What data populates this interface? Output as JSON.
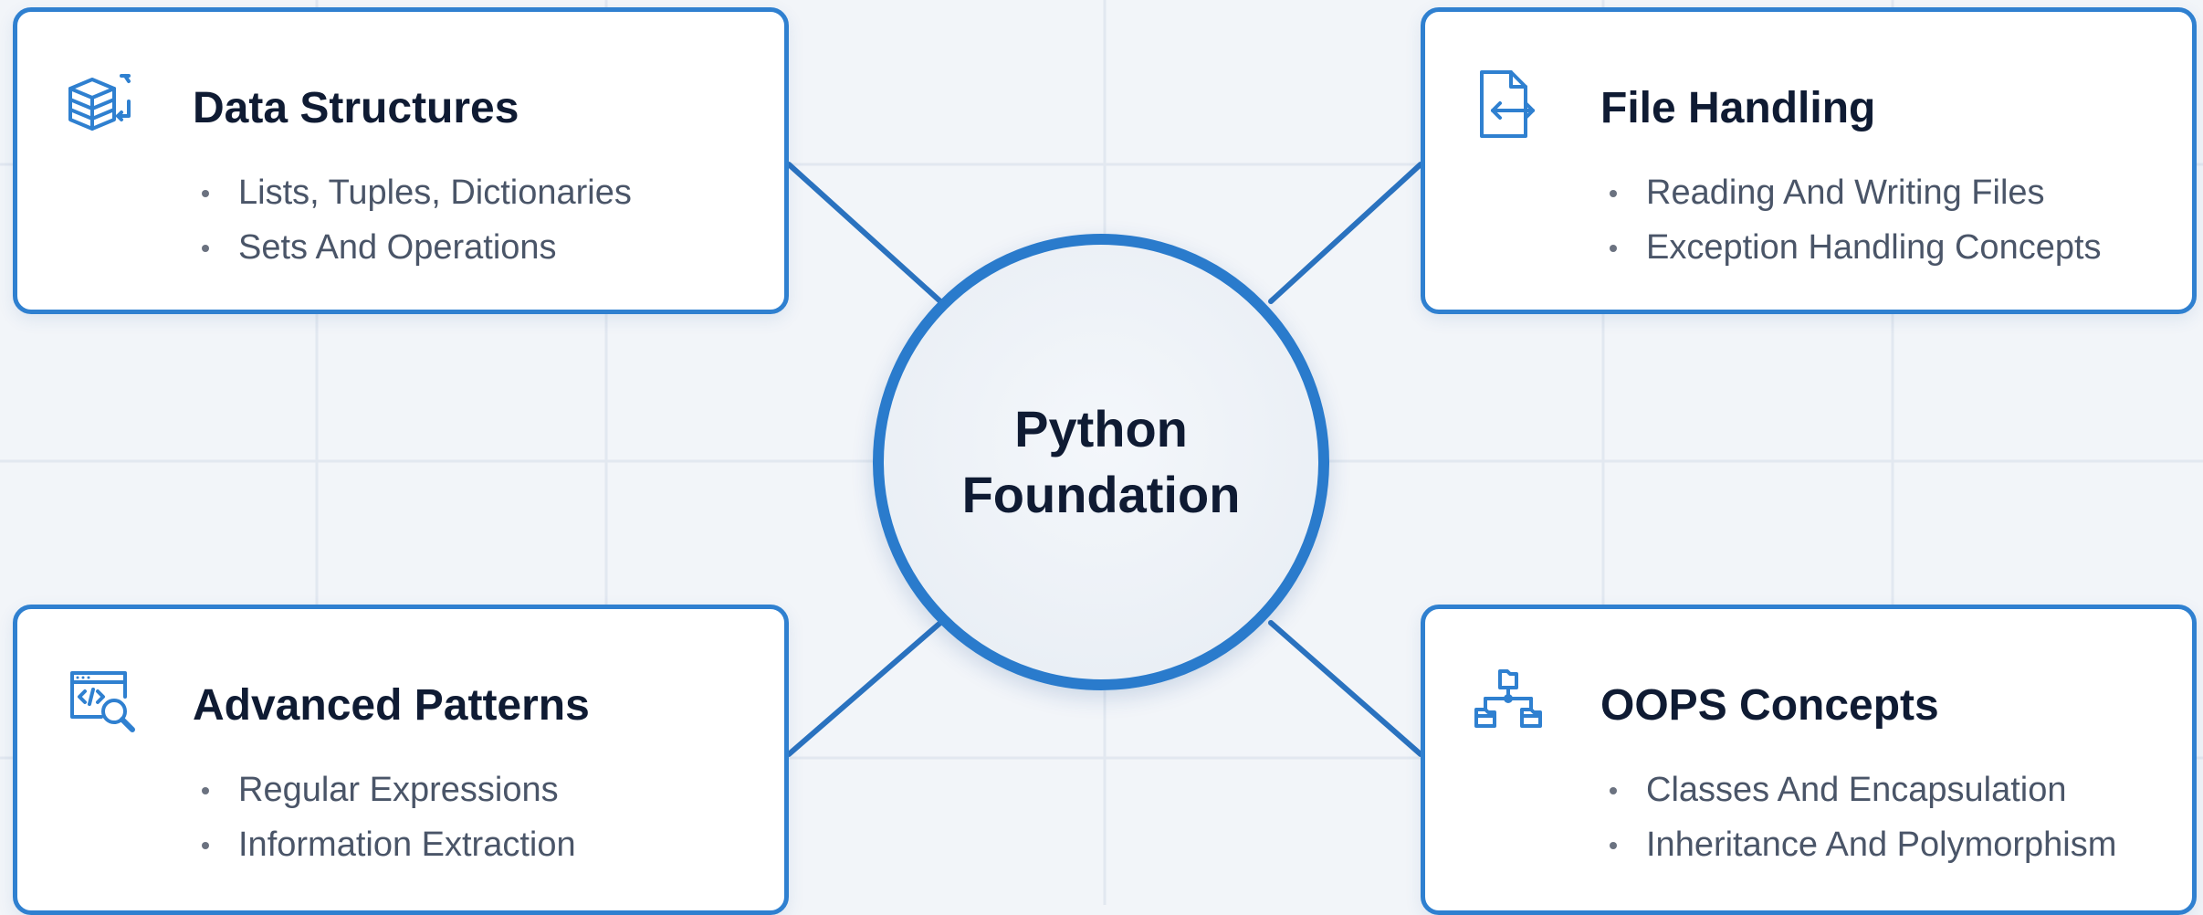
{
  "center": {
    "title": "Python Foundation"
  },
  "cards": [
    {
      "title": "Data Structures",
      "icon": "database-layers-icon",
      "items": [
        "Lists, Tuples, Dictionaries",
        "Sets And Operations"
      ]
    },
    {
      "title": "File Handling",
      "icon": "file-transfer-icon",
      "items": [
        "Reading And Writing Files",
        "Exception Handling Concepts"
      ]
    },
    {
      "title": "Advanced Patterns",
      "icon": "code-search-icon",
      "items": [
        "Regular Expressions",
        "Information Extraction"
      ]
    },
    {
      "title": "OOPS Concepts",
      "icon": "class-hierarchy-icon",
      "items": [
        "Classes And Encapsulation",
        "Inheritance And Polymorphism"
      ]
    }
  ],
  "colors": {
    "accent": "#2f80d0",
    "title_text": "#0f1b33",
    "body_text": "#4a5568",
    "background": "#f2f5f9"
  }
}
